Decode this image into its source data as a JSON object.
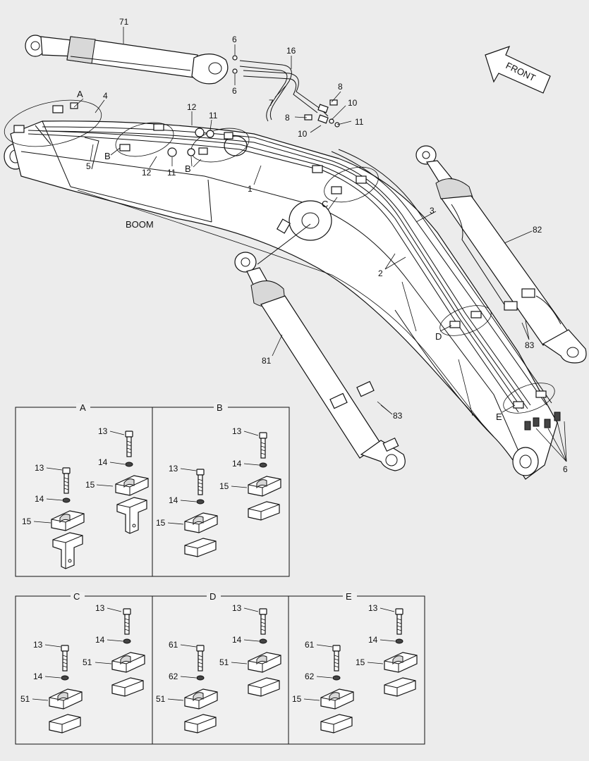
{
  "top_labels": {
    "front": "FRONT",
    "boom": "BOOM",
    "n71": "71",
    "n6a": "6",
    "n6b": "6",
    "n16": "16",
    "n7": "7",
    "n8a": "8",
    "n8b": "8",
    "n10a": "10",
    "n10b": "10",
    "n11a": "11",
    "n11b": "11",
    "n11c": "11",
    "n12a": "12",
    "n12b": "12",
    "n4": "4",
    "n5": "5",
    "n1": "1",
    "nA": "A",
    "nB1": "B",
    "nB2": "B",
    "nC": "C",
    "nD": "D",
    "nE": "E",
    "n3": "3",
    "n2": "2",
    "n82": "82",
    "n83a": "83",
    "n81": "81",
    "n83b": "83",
    "n6c": "6"
  },
  "details": [
    {
      "title": "A",
      "labels": [
        "13",
        "14",
        "15",
        "13",
        "14",
        "15"
      ]
    },
    {
      "title": "B",
      "labels": [
        "13",
        "14",
        "15",
        "13",
        "14",
        "15"
      ]
    },
    {
      "title": "C",
      "labels": [
        "13",
        "14",
        "51",
        "13",
        "14",
        "51"
      ]
    },
    {
      "title": "D",
      "labels": [
        "13",
        "14",
        "51",
        "61",
        "62",
        "51"
      ]
    },
    {
      "title": "E",
      "labels": [
        "13",
        "14",
        "15",
        "61",
        "62",
        "15"
      ]
    }
  ]
}
